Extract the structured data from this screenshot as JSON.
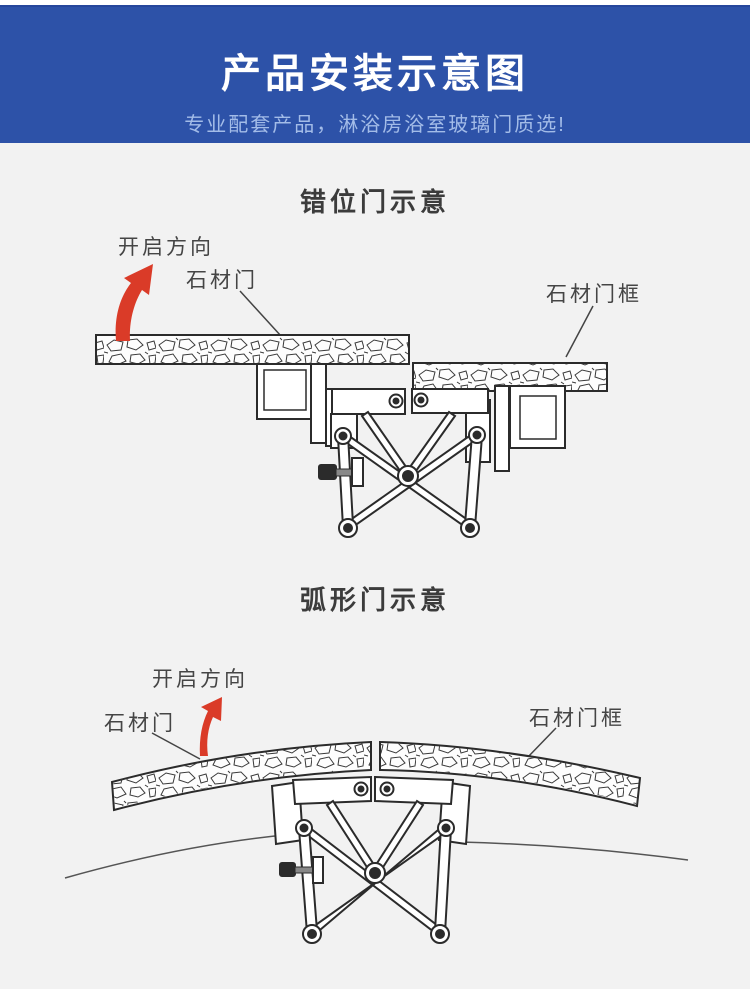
{
  "header": {
    "title": "产品安装示意图",
    "subtitle": "专业配套产品，淋浴房浴室玻璃门质选!"
  },
  "section_offset": {
    "title": "错位门示意",
    "label_direction": "开启方向",
    "label_door": "石材门",
    "label_frame": "石材门框"
  },
  "section_curved": {
    "title": "弧形门示意",
    "label_direction": "开启方向",
    "label_door": "石材门",
    "label_frame": "石材门框"
  },
  "colors": {
    "header_bg": "#2d52a8",
    "header_title": "#ffffff",
    "header_subtitle": "#a3bce8",
    "arrow_red": "#da3b28",
    "line_art": "#2b2b2b",
    "page_bg": "#f2f2f2",
    "heading_text": "#3c3c3c",
    "label_text": "#454545"
  }
}
